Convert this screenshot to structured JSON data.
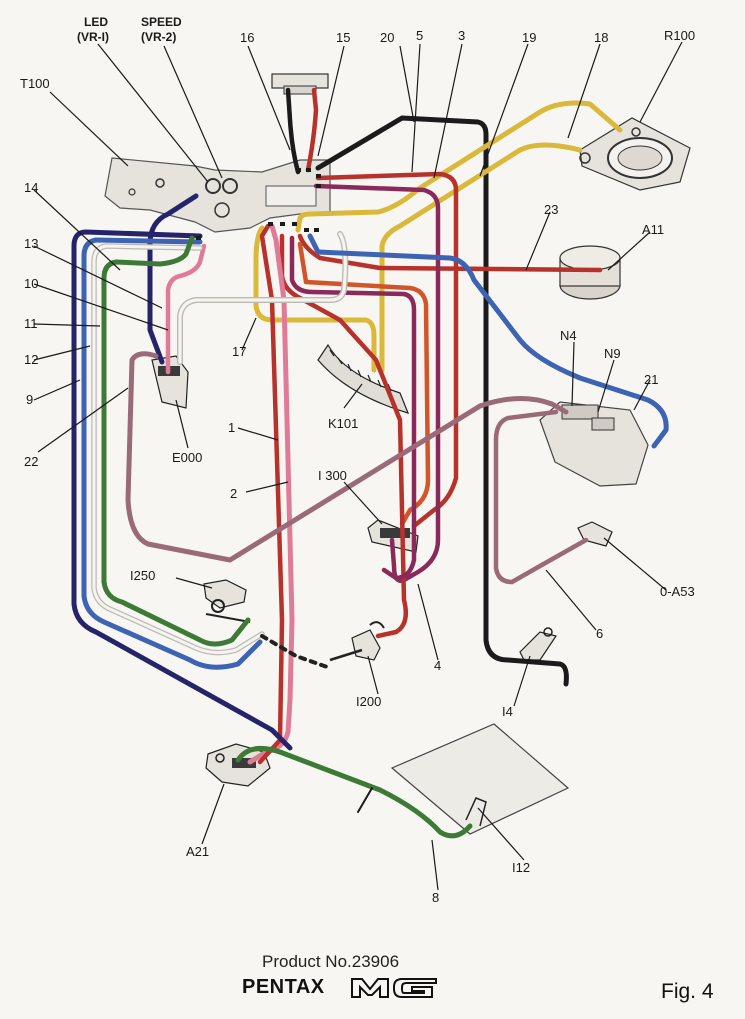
{
  "diagram": {
    "labels": {
      "led": "LED",
      "vr1": "(VR-I)",
      "speed": "SPEED",
      "vr2": "(VR-2)",
      "t100": "T100",
      "n16": "16",
      "n15": "15",
      "n20": "20",
      "n5": "5",
      "n3": "3",
      "n19": "19",
      "n18": "18",
      "r100": "R100",
      "n14a": "14",
      "n13": "13",
      "n10": "10",
      "n11": "11",
      "n12": "12",
      "n9": "9",
      "n22": "22",
      "n23": "23",
      "a11": "A11",
      "n17": "17",
      "k101": "K101",
      "e000": "E000",
      "n1": "1",
      "n2": "2",
      "i300": "I 300",
      "n4a": "N4",
      "n9b": "N9",
      "n21": "21",
      "i250": "I250",
      "oa53": "0-A53",
      "n6": "6",
      "i200": "I200",
      "n4b": "4",
      "i4": "I4",
      "a21": "A21",
      "i12": "I12",
      "n8": "8"
    },
    "wire_colors": {
      "black": "#1b1b1b",
      "red": "#b8322c",
      "yellow": "#d9b83a",
      "blue": "#3d63b3",
      "navy": "#25246b",
      "green": "#3c7a35",
      "pink": "#e07b97",
      "mauve": "#9a6a78",
      "purple": "#8a2a5a",
      "orange": "#d2552a",
      "white": "#e8e6e0",
      "brown": "#7a2f2a"
    }
  },
  "footer": {
    "product": "Product No.23906",
    "brand": "PENTAX",
    "model_logo": "MG",
    "fig": "Fig. 4"
  }
}
